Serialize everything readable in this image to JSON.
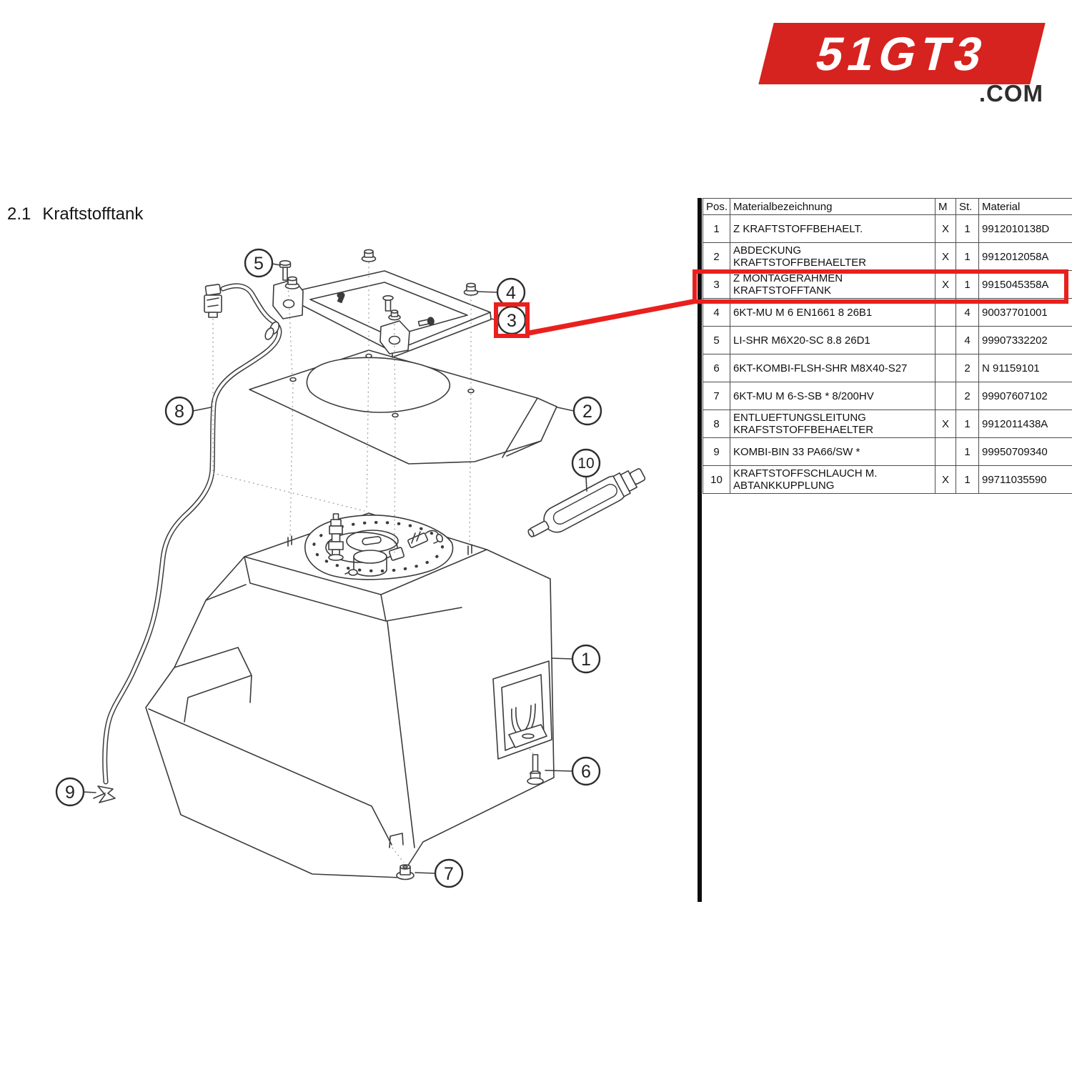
{
  "page": {
    "section_number": "2.1",
    "section_title": "Kraftstofftank"
  },
  "logo": {
    "brand": "51GT3",
    "tld": ".COM"
  },
  "colors": {
    "logo_red": "#d6231f",
    "highlight_red": "#e9201d",
    "line": "#3b3b3b",
    "table_border": "#4d4d4d"
  },
  "parts_table": {
    "headers": {
      "pos": "Pos.",
      "name": "Materialbezeichnung",
      "m": "M",
      "qty": "St.",
      "material": "Material"
    },
    "rows": [
      {
        "pos": "1",
        "name": "Z KRAFTSTOFFBEHAELT.",
        "m": "X",
        "qty": "1",
        "material": "9912010138D"
      },
      {
        "pos": "2",
        "name": "ABDECKUNG KRAFTSTOFFBEHAELTER",
        "m": "X",
        "qty": "1",
        "material": "9912012058A"
      },
      {
        "pos": "3",
        "name": "Z MONTAGERAHMEN KRAFTSTOFFTANK",
        "m": "X",
        "qty": "1",
        "material": "9915045358A"
      },
      {
        "pos": "4",
        "name": "6KT-MU M 6 EN1661 8 26B1",
        "m": "",
        "qty": "4",
        "material": "90037701001"
      },
      {
        "pos": "5",
        "name": "LI-SHR M6X20-SC 8.8 26D1",
        "m": "",
        "qty": "4",
        "material": "99907332202"
      },
      {
        "pos": "6",
        "name": "6KT-KOMBI-FLSH-SHR M8X40-S27",
        "m": "",
        "qty": "2",
        "material": "N 91159101"
      },
      {
        "pos": "7",
        "name": "6KT-MU M 6-S-SB * 8/200HV",
        "m": "",
        "qty": "2",
        "material": "99907607102"
      },
      {
        "pos": "8",
        "name": "ENTLUEFTUNGSLEITUNG KRAFSTSTOFFBEHAELTER",
        "m": "X",
        "qty": "1",
        "material": "9912011438A"
      },
      {
        "pos": "9",
        "name": "KOMBI-BIN 33 PA66/SW *",
        "m": "",
        "qty": "1",
        "material": "99950709340"
      },
      {
        "pos": "10",
        "name": "KRAFTSTOFFSCHLAUCH M. ABTANKKUPPLUNG",
        "m": "X",
        "qty": "1",
        "material": "99711035590"
      }
    ],
    "highlighted_pos": "3"
  },
  "diagram": {
    "callouts": [
      "1",
      "2",
      "3",
      "4",
      "5",
      "6",
      "7",
      "8",
      "9",
      "10"
    ],
    "highlighted_callout": "3"
  }
}
